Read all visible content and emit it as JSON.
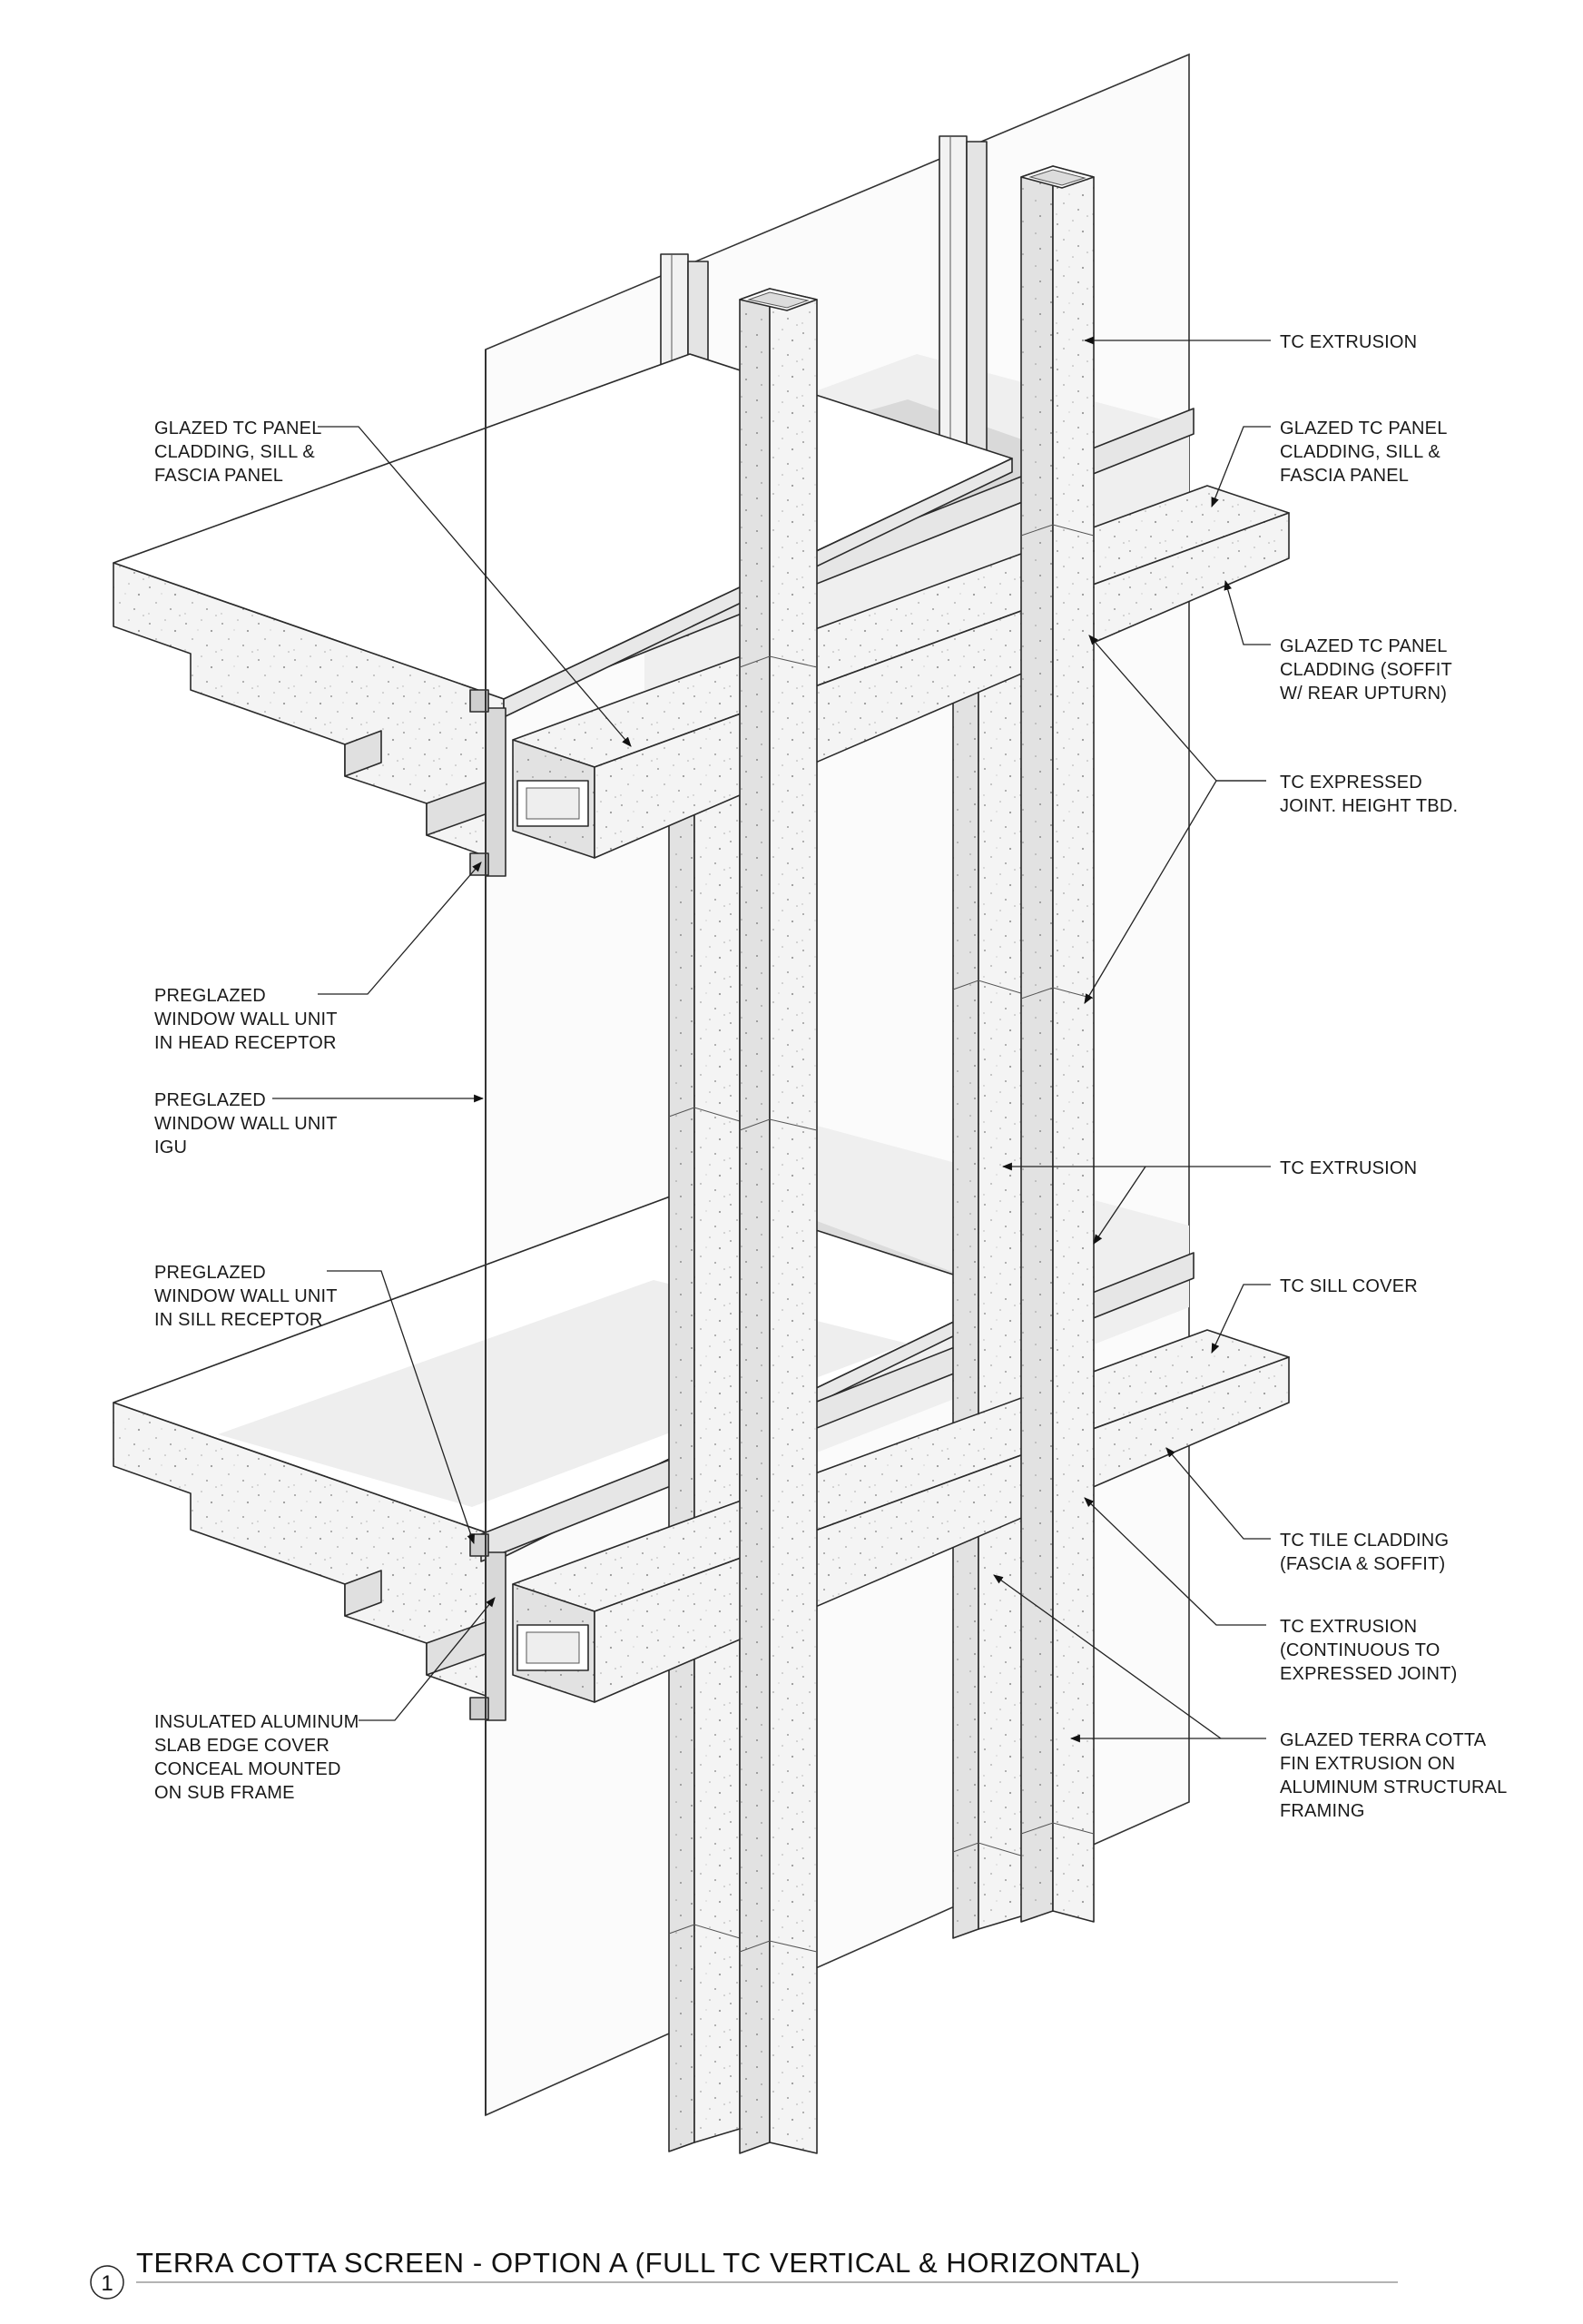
{
  "drawing": {
    "detail_number": "1",
    "title": "TERRA COTTA SCREEN - OPTION A (FULL TC VERTICAL & HORIZONTAL)"
  },
  "callouts": {
    "left": [
      {
        "id": "glazed-tc-panel-sill-fascia-upper",
        "lines": [
          "GLAZED TC PANEL",
          "CLADDING, SILL &",
          "FASCIA PANEL"
        ]
      },
      {
        "id": "preglazed-head-receptor",
        "lines": [
          "PREGLAZED",
          "WINDOW WALL UNIT",
          "IN HEAD RECEPTOR"
        ]
      },
      {
        "id": "preglazed-igu",
        "lines": [
          "PREGLAZED",
          "WINDOW WALL UNIT",
          "IGU"
        ]
      },
      {
        "id": "preglazed-sill-receptor",
        "lines": [
          "PREGLAZED",
          "WINDOW WALL UNIT",
          "IN SILL RECEPTOR"
        ]
      },
      {
        "id": "insulated-slab-edge-cover",
        "lines": [
          "INSULATED ALUMINUM",
          "SLAB EDGE COVER",
          "CONCEAL MOUNTED",
          "ON SUB FRAME"
        ]
      }
    ],
    "right": [
      {
        "id": "tc-extrusion-top",
        "lines": [
          "TC EXTRUSION"
        ]
      },
      {
        "id": "glazed-tc-panel-sill-fascia-right",
        "lines": [
          "GLAZED TC PANEL",
          "CLADDING, SILL &",
          "FASCIA PANEL"
        ]
      },
      {
        "id": "glazed-tc-panel-soffit",
        "lines": [
          "GLAZED TC PANEL",
          "CLADDING (SOFFIT",
          "W/ REAR UPTURN)"
        ]
      },
      {
        "id": "tc-expressed-joint",
        "lines": [
          "TC EXPRESSED",
          "JOINT. HEIGHT TBD."
        ]
      },
      {
        "id": "tc-extrusion-mid",
        "lines": [
          "TC EXTRUSION"
        ]
      },
      {
        "id": "tc-sill-cover",
        "lines": [
          "TC SILL COVER"
        ]
      },
      {
        "id": "tc-tile-cladding",
        "lines": [
          "TC TILE CLADDING",
          "(FASCIA & SOFFIT)"
        ]
      },
      {
        "id": "tc-extrusion-continuous",
        "lines": [
          "TC EXTRUSION",
          "(CONTINUOUS TO",
          "EXPRESSED JOINT)"
        ]
      },
      {
        "id": "glazed-terra-cotta-fin",
        "lines": [
          "GLAZED TERRA COTTA",
          "FIN EXTRUSION ON",
          "ALUMINUM STRUCTURAL",
          "FRAMING"
        ]
      }
    ]
  }
}
